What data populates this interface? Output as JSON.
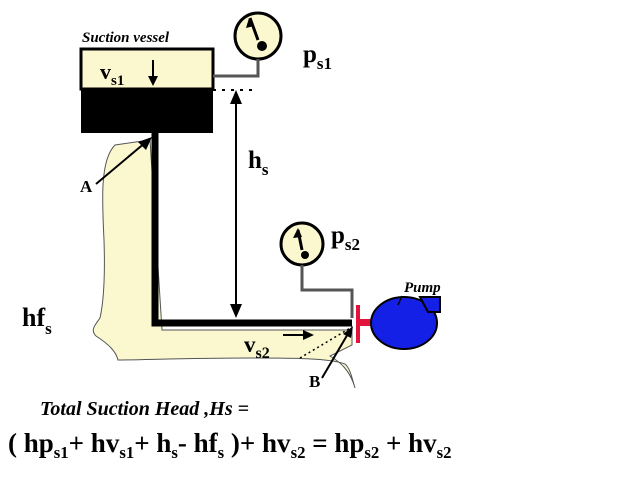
{
  "labels": {
    "suction_vessel": "Suction vessel",
    "vs1_main": "v",
    "vs1_sub": "s1",
    "ps1_main": "p",
    "ps1_sub": "s1",
    "hs_main": "h",
    "hs_sub": "s",
    "ps2_main": "p",
    "ps2_sub": "s2",
    "pump": "Pump",
    "vs2_main": "v",
    "vs2_sub": "s2",
    "hfs_main": "hf",
    "hfs_sub": "s",
    "point_a": "A",
    "point_b": "B"
  },
  "equation": {
    "line1": "Total Suction Head ,Hs =",
    "open": "( hp",
    "sub_s1a": "s1",
    "plus_hv1": "+ hv",
    "sub_s1b": "s1",
    "plus_h": "+ h",
    "sub_s": "s",
    "minus_hf": "- hf",
    "sub_s2": "s",
    "close_plus_hv": " )+ hv",
    "sub_s2b": "s2",
    "eq_hp": " = hp",
    "sub_s2c": "s2",
    "plus_hv2": " + hv",
    "sub_s2d": "s2"
  },
  "colors": {
    "loss_fill": "#fbf8d0",
    "liquid": "#000000",
    "pump": "#1520e6",
    "valve": "#e2143b"
  }
}
